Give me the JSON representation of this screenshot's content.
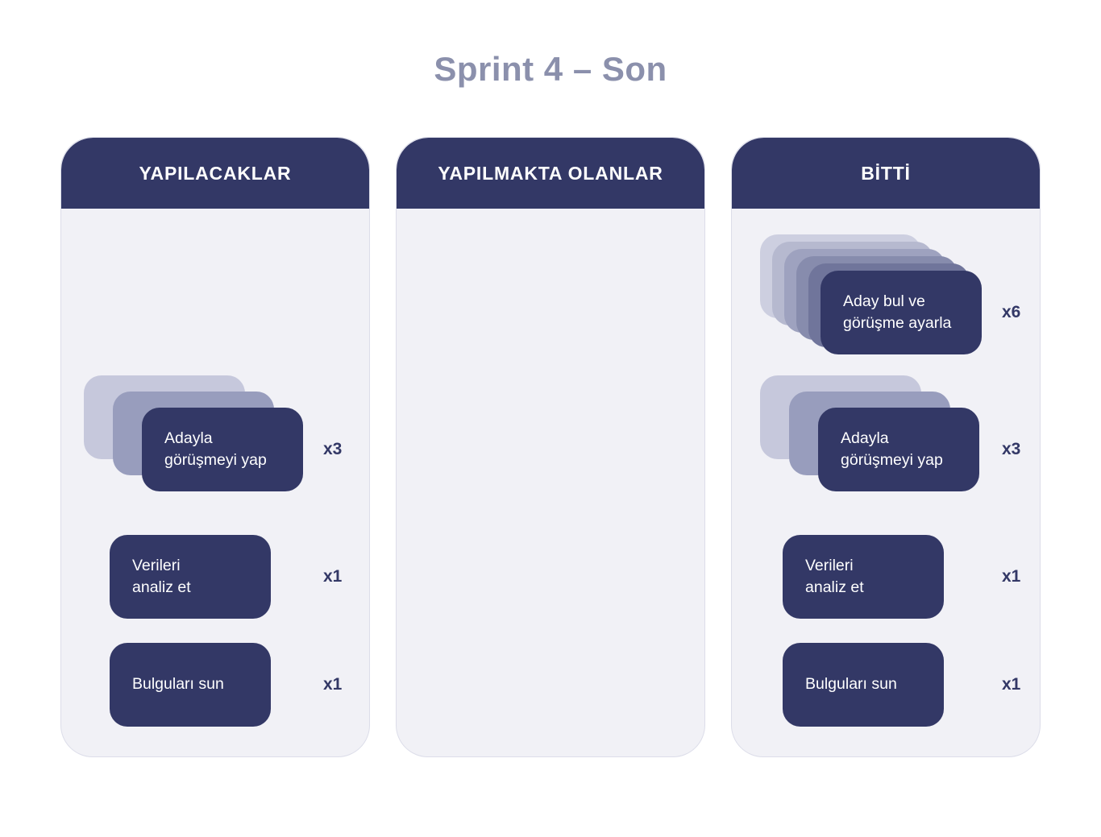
{
  "title": "Sprint 4 – Son",
  "colors": {
    "navy": "#333866",
    "column_bg": "#f1f1f6",
    "title_color": "#8b90ac",
    "page_bg": "#ffffff"
  },
  "columns": [
    {
      "header": "YAPILACAKLAR",
      "cards": [
        {
          "label": "Adayla\ngörüşmeyi yap",
          "count": "x3",
          "stack": 3
        },
        {
          "label": "Verileri\nanaliz et",
          "count": "x1",
          "stack": 1
        },
        {
          "label": "Bulguları sun",
          "count": "x1",
          "stack": 1
        }
      ]
    },
    {
      "header": "YAPILMAKTA OLANLAR",
      "cards": []
    },
    {
      "header": "BİTTİ",
      "cards": [
        {
          "label": "Aday bul ve\ngörüşme ayarla",
          "count": "x6",
          "stack": 6
        },
        {
          "label": "Adayla\ngörüşmeyi yap",
          "count": "x3",
          "stack": 3
        },
        {
          "label": "Verileri\nanaliz et",
          "count": "x1",
          "stack": 1
        },
        {
          "label": "Bulguları sun",
          "count": "x1",
          "stack": 1
        }
      ]
    }
  ]
}
